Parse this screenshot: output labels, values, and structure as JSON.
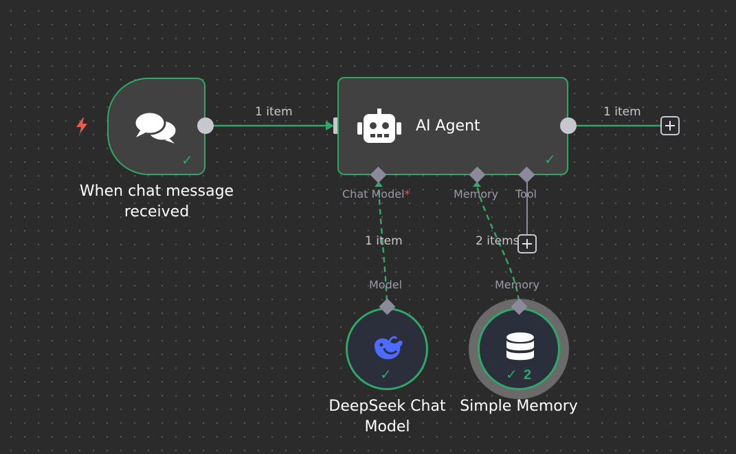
{
  "nodes": {
    "trigger": {
      "label_line1": "When chat message",
      "label_line2": "received",
      "icon": "chat-bubbles-icon",
      "status": "✓"
    },
    "agent": {
      "title": "AI Agent",
      "icon": "robot-icon",
      "status": "✓",
      "ports": {
        "chat_model": "Chat Model",
        "chat_model_required": "*",
        "memory": "Memory",
        "tool": "Tool"
      }
    },
    "deepseek": {
      "label_line1": "DeepSeek Chat",
      "label_line2": "Model",
      "icon": "deepseek-whale-icon",
      "port_label": "Model",
      "status": "✓"
    },
    "memory": {
      "label": "Simple Memory",
      "icon": "database-icon",
      "port_label": "Memory",
      "status": "✓",
      "run_count": "2"
    }
  },
  "edges": {
    "trigger_to_agent": "1 item",
    "agent_output": "1 item",
    "deepseek_to_agent": "1 item",
    "memory_to_agent": "2 items"
  },
  "colors": {
    "success": "#2ea866",
    "trigger_bolt": "#ea5c4b",
    "deepseek_blue": "#4d6bfe",
    "canvas": "#2b2b2b"
  }
}
